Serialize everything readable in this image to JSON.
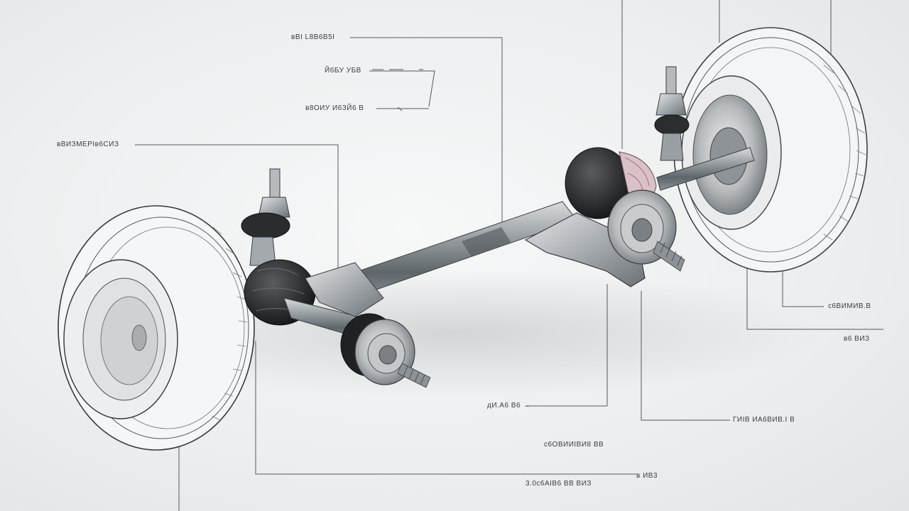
{
  "labels": [
    "вВІ L8В6В5І",
    "Й6БУ УБВ",
    "в8ОИУ И6ЗЙ6 В",
    "вВИЗМЕРІв6СИЗ",
    "с6ВИМИВ.В",
    "в6 ВИЗ",
    "дИ.А6 В6 →",
    "ГИІВ ИА6ВИВ.І В",
    "с6ОВИИІВИ8 ВВ",
    "в ИВ3",
    "3.0с6АІВ6 ВВ ВИЗ"
  ]
}
